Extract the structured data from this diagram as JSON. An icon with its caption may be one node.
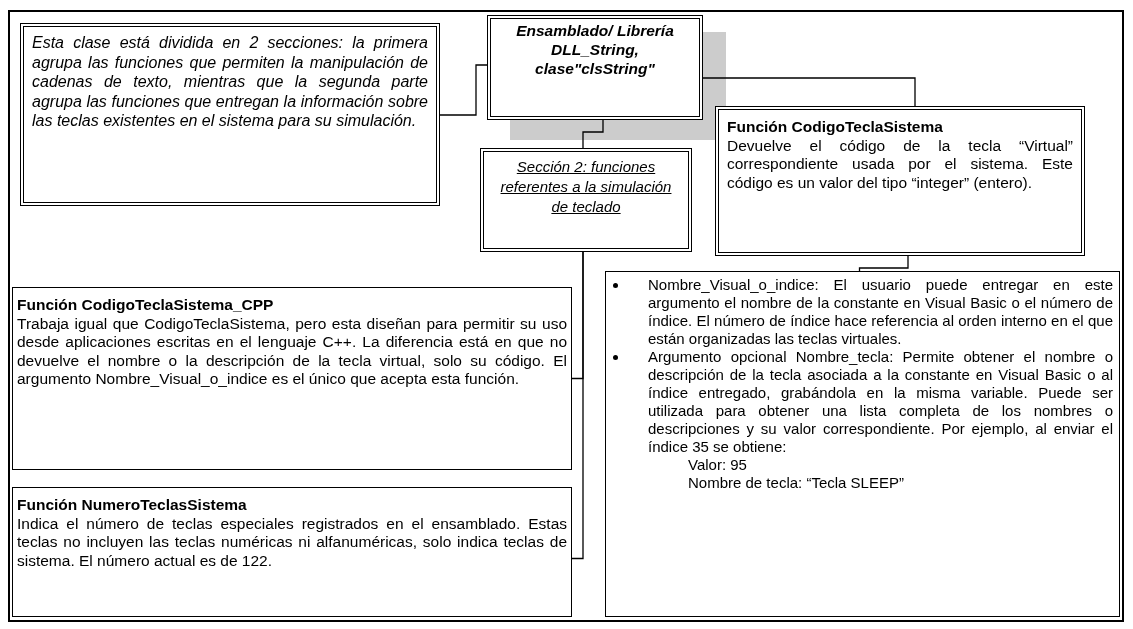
{
  "diagram": {
    "nodes": [
      {
        "text": [
          "Ensamblado/ Librería DLL_String, clase\"clsString\""
        ]
      },
      {
        "text": [
          "Esta clase está dividida en 2 secciones: la primera agrupa las funciones que permiten la manipulación de cadenas de texto, mientras que la segunda parte agrupa las funciones que entregan la información sobre las teclas existentes en el sistema para su simulación."
        ]
      },
      {
        "text": [
          "Sección 2: funciones referentes a la simulación de teclado"
        ]
      },
      {
        "text": [
          "Función CodigoTeclaSistema",
          "Devuelve el código de la tecla “Virtual” correspondiente usada por el sistema. Este código es un valor del tipo “integer” (entero)."
        ]
      },
      {
        "text": [
          "Función CodigoTeclaSistema_CPP",
          "Trabaja igual que CodigoTeclaSistema, pero esta diseñan para permitir su uso desde aplicaciones escritas en el lenguaje C++. La diferencia  está en que no devuelve el nombre o la descripción de la tecla virtual, solo su código. El argumento Nombre_Visual_o_indice es el único que acepta esta función."
        ]
      },
      {
        "text": [
          "Función NumeroTeclasSistema",
          "Indica el número de teclas especiales registrados en el ensamblado. Estas teclas no incluyen las teclas numéricas ni alfanuméricas, solo indica teclas de sistema. El número actual es de 122."
        ]
      },
      {
        "text": [
          "Nombre_Visual_o_indice: El usuario puede entregar en este argumento el nombre de la constante en Visual Basic o el número de índice. El número de índice hace referencia al orden interno en el que están organizadas las teclas virtuales.",
          "Argumento opcional Nombre_tecla: Permite obtener el nombre o descripción de la tecla asociada a la constante en Visual Basic o al índice entregado, grabándola en la misma variable. Puede ser utilizada para obtener una lista completa de los nombres o descripciones y su valor correspondiente. Por ejemplo, al enviar el índice 35 se obtiene:",
          "Valor: 95",
          "Nombre de tecla: “Tecla SLEEP”"
        ]
      }
    ],
    "edges": [
      {
        "from": 0,
        "to": 1,
        "arrow": "none"
      },
      {
        "from": 0,
        "to": 2,
        "arrow": "none"
      },
      {
        "from": 0,
        "to": 3,
        "arrow": "none"
      },
      {
        "from": 2,
        "to": 4,
        "arrow": "none"
      },
      {
        "from": 2,
        "to": 5,
        "arrow": "none"
      },
      {
        "from": 3,
        "to": 6,
        "arrow": "none"
      }
    ]
  }
}
